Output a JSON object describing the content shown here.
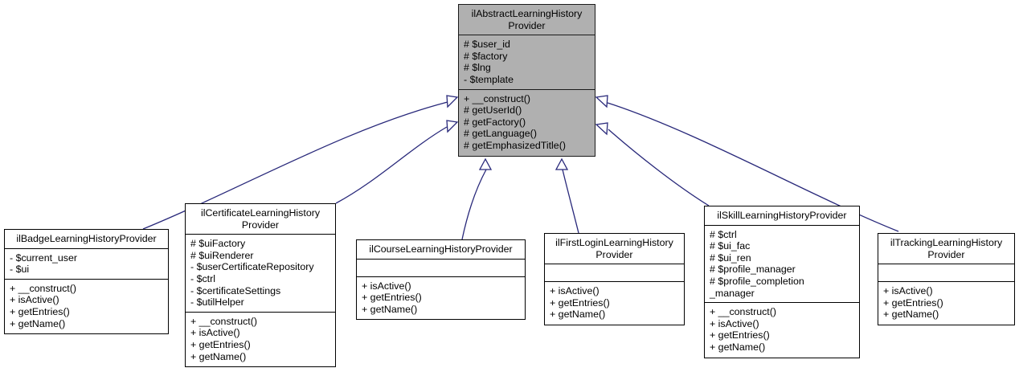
{
  "diagram": {
    "type": "uml-class-inheritance",
    "title": "ilAbstractLearningHistoryProvider inheritance diagram",
    "edge_color": "#28287a",
    "base_fill": "#b0b0b0",
    "class_fill": "#ffffff",
    "border_color": "#000000"
  },
  "classes": {
    "abstract": {
      "name": "ilAbstractLearningHistory\nProvider",
      "attributes": "# $user_id\n# $factory\n# $lng\n- $template",
      "operations": "+ __construct()\n# getUserId()\n# getFactory()\n# getLanguage()\n# getEmphasizedTitle()"
    },
    "badge": {
      "name": "ilBadgeLearningHistoryProvider",
      "attributes": "- $current_user\n- $ui",
      "operations": "+ __construct()\n+ isActive()\n+ getEntries()\n+ getName()"
    },
    "certificate": {
      "name": "ilCertificateLearningHistory\nProvider",
      "attributes": "# $uiFactory\n# $uiRenderer\n- $userCertificateRepository\n- $ctrl\n- $certificateSettings\n- $utilHelper",
      "operations": "+ __construct()\n+ isActive()\n+ getEntries()\n+ getName()"
    },
    "course": {
      "name": "ilCourseLearningHistoryProvider",
      "attributes": "",
      "operations": "+ isActive()\n+ getEntries()\n+ getName()"
    },
    "firstlogin": {
      "name": "ilFirstLoginLearningHistory\nProvider",
      "attributes": "",
      "operations": "+ isActive()\n+ getEntries()\n+ getName()"
    },
    "skill": {
      "name": "ilSkillLearningHistoryProvider",
      "attributes": "# $ctrl\n# $ui_fac\n# $ui_ren\n# $profile_manager\n# $profile_completion\n_manager",
      "operations": "+ __construct()\n+ isActive()\n+ getEntries()\n+ getName()"
    },
    "tracking": {
      "name": "ilTrackingLearningHistory\nProvider",
      "attributes": "",
      "operations": "+ isActive()\n+ getEntries()\n+ getName()"
    }
  },
  "relations": [
    {
      "from": "badge",
      "to": "abstract",
      "kind": "inheritance"
    },
    {
      "from": "certificate",
      "to": "abstract",
      "kind": "inheritance"
    },
    {
      "from": "course",
      "to": "abstract",
      "kind": "inheritance"
    },
    {
      "from": "firstlogin",
      "to": "abstract",
      "kind": "inheritance"
    },
    {
      "from": "skill",
      "to": "abstract",
      "kind": "inheritance"
    },
    {
      "from": "tracking",
      "to": "abstract",
      "kind": "inheritance"
    }
  ]
}
